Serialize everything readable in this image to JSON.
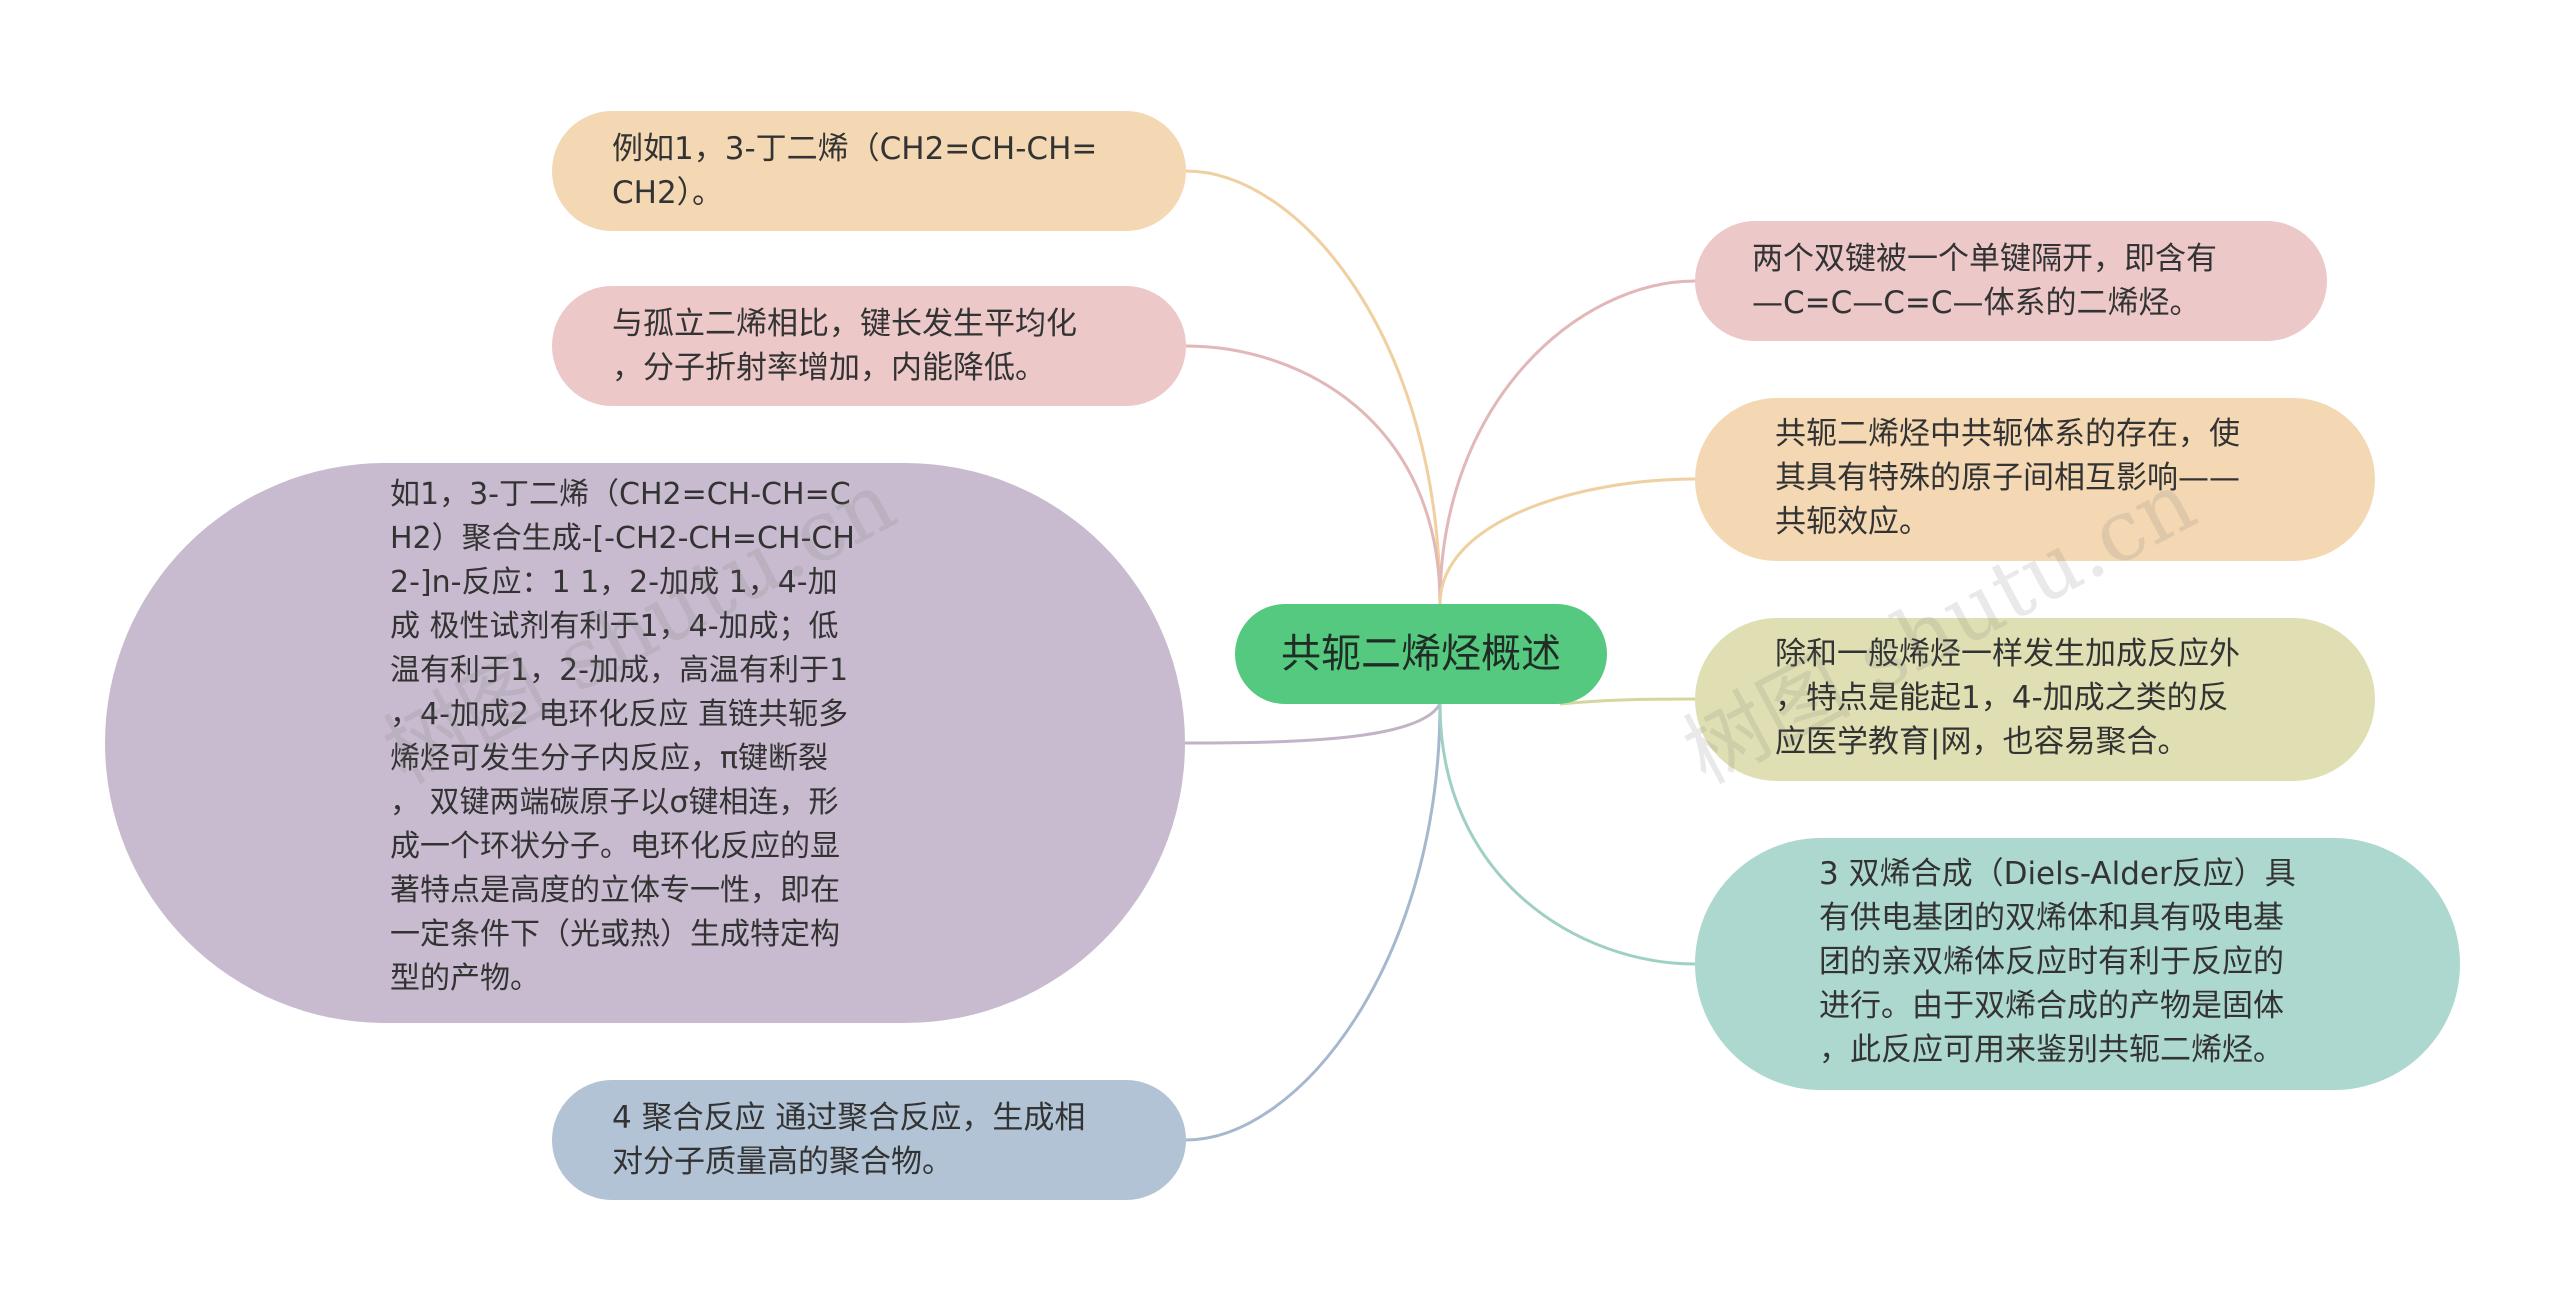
{
  "center": {
    "label": "共轭二烯烃概述",
    "color": "#55c97f"
  },
  "nodes": {
    "left_1": {
      "text": "例如1，3-丁二烯（CH2=CH-CH=\nCH2）。",
      "color": "#f3d8b3",
      "link_color": "#f0cfa0"
    },
    "left_2": {
      "text": "与孤立二烯相比，键长发生平均化\n，分子折射率增加，内能降低。",
      "color": "#ecc8c8",
      "link_color": "#e2b7b7"
    },
    "left_3": {
      "text": "如1，3-丁二烯（CH2=CH-CH=C\nH2）聚合生成-[-CH2-CH=CH-CH\n2-]n-反应：1 1，2-加成 1，4-加\n成 极性试剂有利于1，4-加成；低\n温有利于1，2-加成，高温有利于1\n，4-加成2 电环化反应 直链共轭多\n烯烃可发生分子内反应，π键断裂\n， 双键两端碳原子以σ键相连，形\n成一个环状分子。电环化反应的显\n著特点是高度的立体专一性，即在\n一定条件下（光或热）生成特定构\n型的产物。",
      "color": "#c8bbcf",
      "link_color": "#c2b3c9"
    },
    "left_4": {
      "text": "4 聚合反应 通过聚合反应，生成相\n对分子质量高的聚合物。",
      "color": "#b2c3d5",
      "link_color": "#a6b8cd"
    },
    "right_1": {
      "text": "两个双键被一个单键隔开，即含有\n—C=C—C=C—体系的二烯烃。",
      "color": "#ecc8c8",
      "link_color": "#e2b7b7"
    },
    "right_2": {
      "text": "共轭二烯烃中共轭体系的存在，使\n其具有特殊的原子间相互影响——\n共轭效应。",
      "color": "#f3d8b3",
      "link_color": "#f0cfa0"
    },
    "right_3": {
      "text": "除和一般烯烃一样发生加成反应外\n，特点是能起1，4-加成之类的反\n应医学教育|网，也容易聚合。",
      "color": "#dfdfb3",
      "link_color": "#d6d6a0"
    },
    "right_4": {
      "text": "3 双烯合成（Diels-Alder反应）具\n有供电基团的双烯体和具有吸电基\n团的亲双烯体反应时有利于反应的\n进行。由于双烯合成的产物是固体\n，此反应可用来鉴别共轭二烯烃。",
      "color": "#add8cf",
      "link_color": "#9fd0c5"
    }
  },
  "watermark": {
    "text_1": "树图 shutu.cn",
    "text_2": "树图 shutu.cn"
  }
}
